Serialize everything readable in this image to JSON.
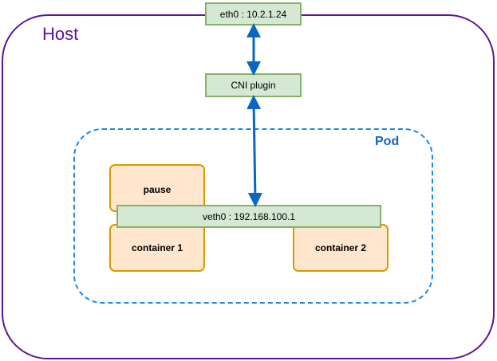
{
  "host": {
    "label": "Host"
  },
  "pod": {
    "label": "Pod"
  },
  "interfaces": {
    "host_eth0": "eth0 : 10.2.1.24",
    "cni_plugin": "CNI plugin",
    "pod_veth0": "veth0 : 192.168.100.1"
  },
  "containers": {
    "pause": "pause",
    "container_1": "container 1",
    "container_2": "container 2"
  },
  "colors": {
    "host_border": "#5b1496",
    "pod_border": "#1e88e5",
    "arrow": "#0a66c2",
    "green_fill": "#d5e8d4",
    "green_border": "#82b366",
    "orange_fill": "#ffe6cc",
    "orange_border": "#d79b00"
  }
}
